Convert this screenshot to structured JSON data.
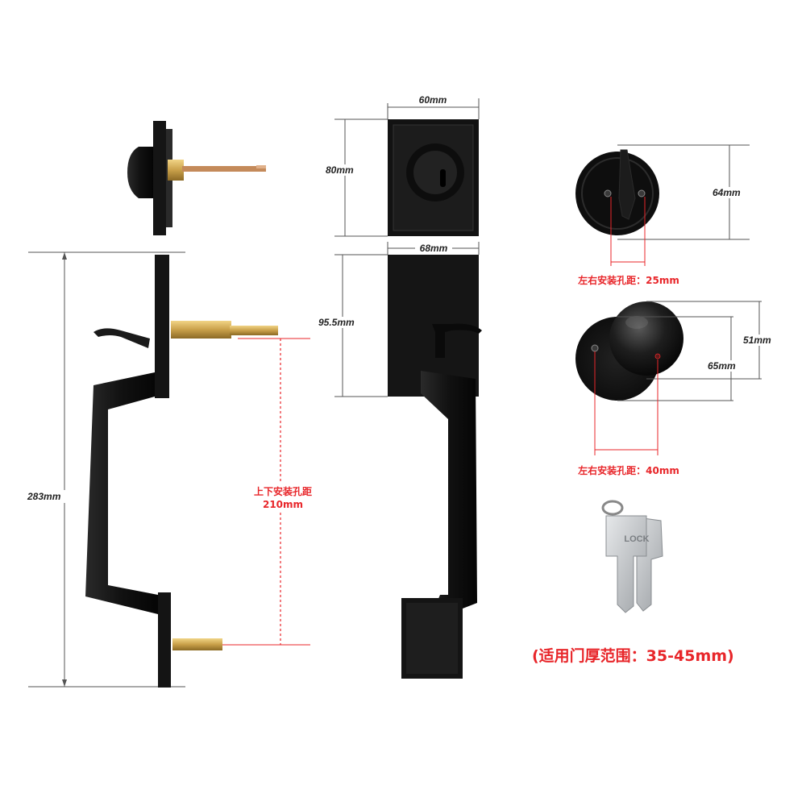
{
  "colors": {
    "accent_red": "#e8262a",
    "matte_black": "#141414",
    "brass": "#c9a04a",
    "key_silver": "#bfc2c6",
    "background": "#ffffff"
  },
  "side_view": {
    "total_height_label": "283mm",
    "hole_spacing_label_line1": "上下安装孔距",
    "hole_spacing_label_line2": "210mm"
  },
  "front_view": {
    "deadbolt_width_label": "60mm",
    "deadbolt_height_label": "80mm",
    "handle_plate_width_label": "68mm",
    "handle_plate_height_label": "95.5mm"
  },
  "interior_deadbolt": {
    "diameter_label": "64mm",
    "hole_spacing_label": "左右安装孔距：25mm"
  },
  "interior_knob": {
    "knob_diameter_label": "51mm",
    "rose_diameter_label": "65mm",
    "hole_spacing_label": "左右安装孔距：40mm"
  },
  "keys": {
    "brand_text": "LOCK"
  },
  "footer_note": "(适用门厚范围：35-45mm)"
}
